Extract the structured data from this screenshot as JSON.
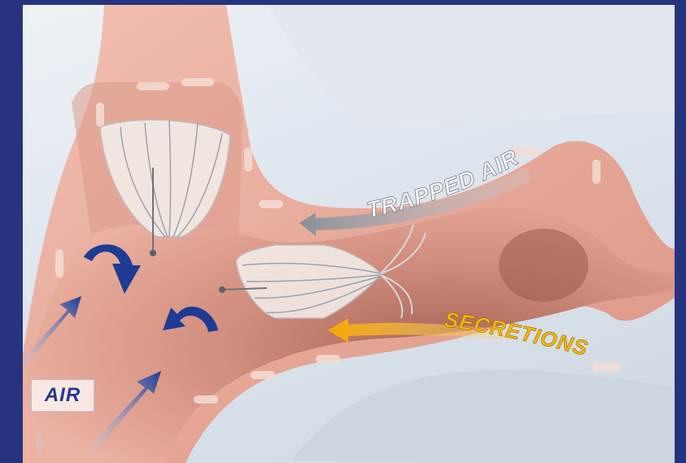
{
  "labels": {
    "trapped_air": "TRAPPED AIR",
    "secretions": "SECRETIONS",
    "air": "AIR",
    "figure_number": "4816"
  },
  "colors": {
    "frame": "#26347f",
    "tissue": "#e9a796",
    "lumen": "#c97a6a",
    "air_arrow": "#1f3b93",
    "secretions_arrow": "#f2b21a",
    "trapped_air_arrow": "#9aa0a8"
  },
  "icons": [
    "air-flow-arrow-icon",
    "air-circulation-arrow-icon",
    "one-way-valve-icon"
  ]
}
